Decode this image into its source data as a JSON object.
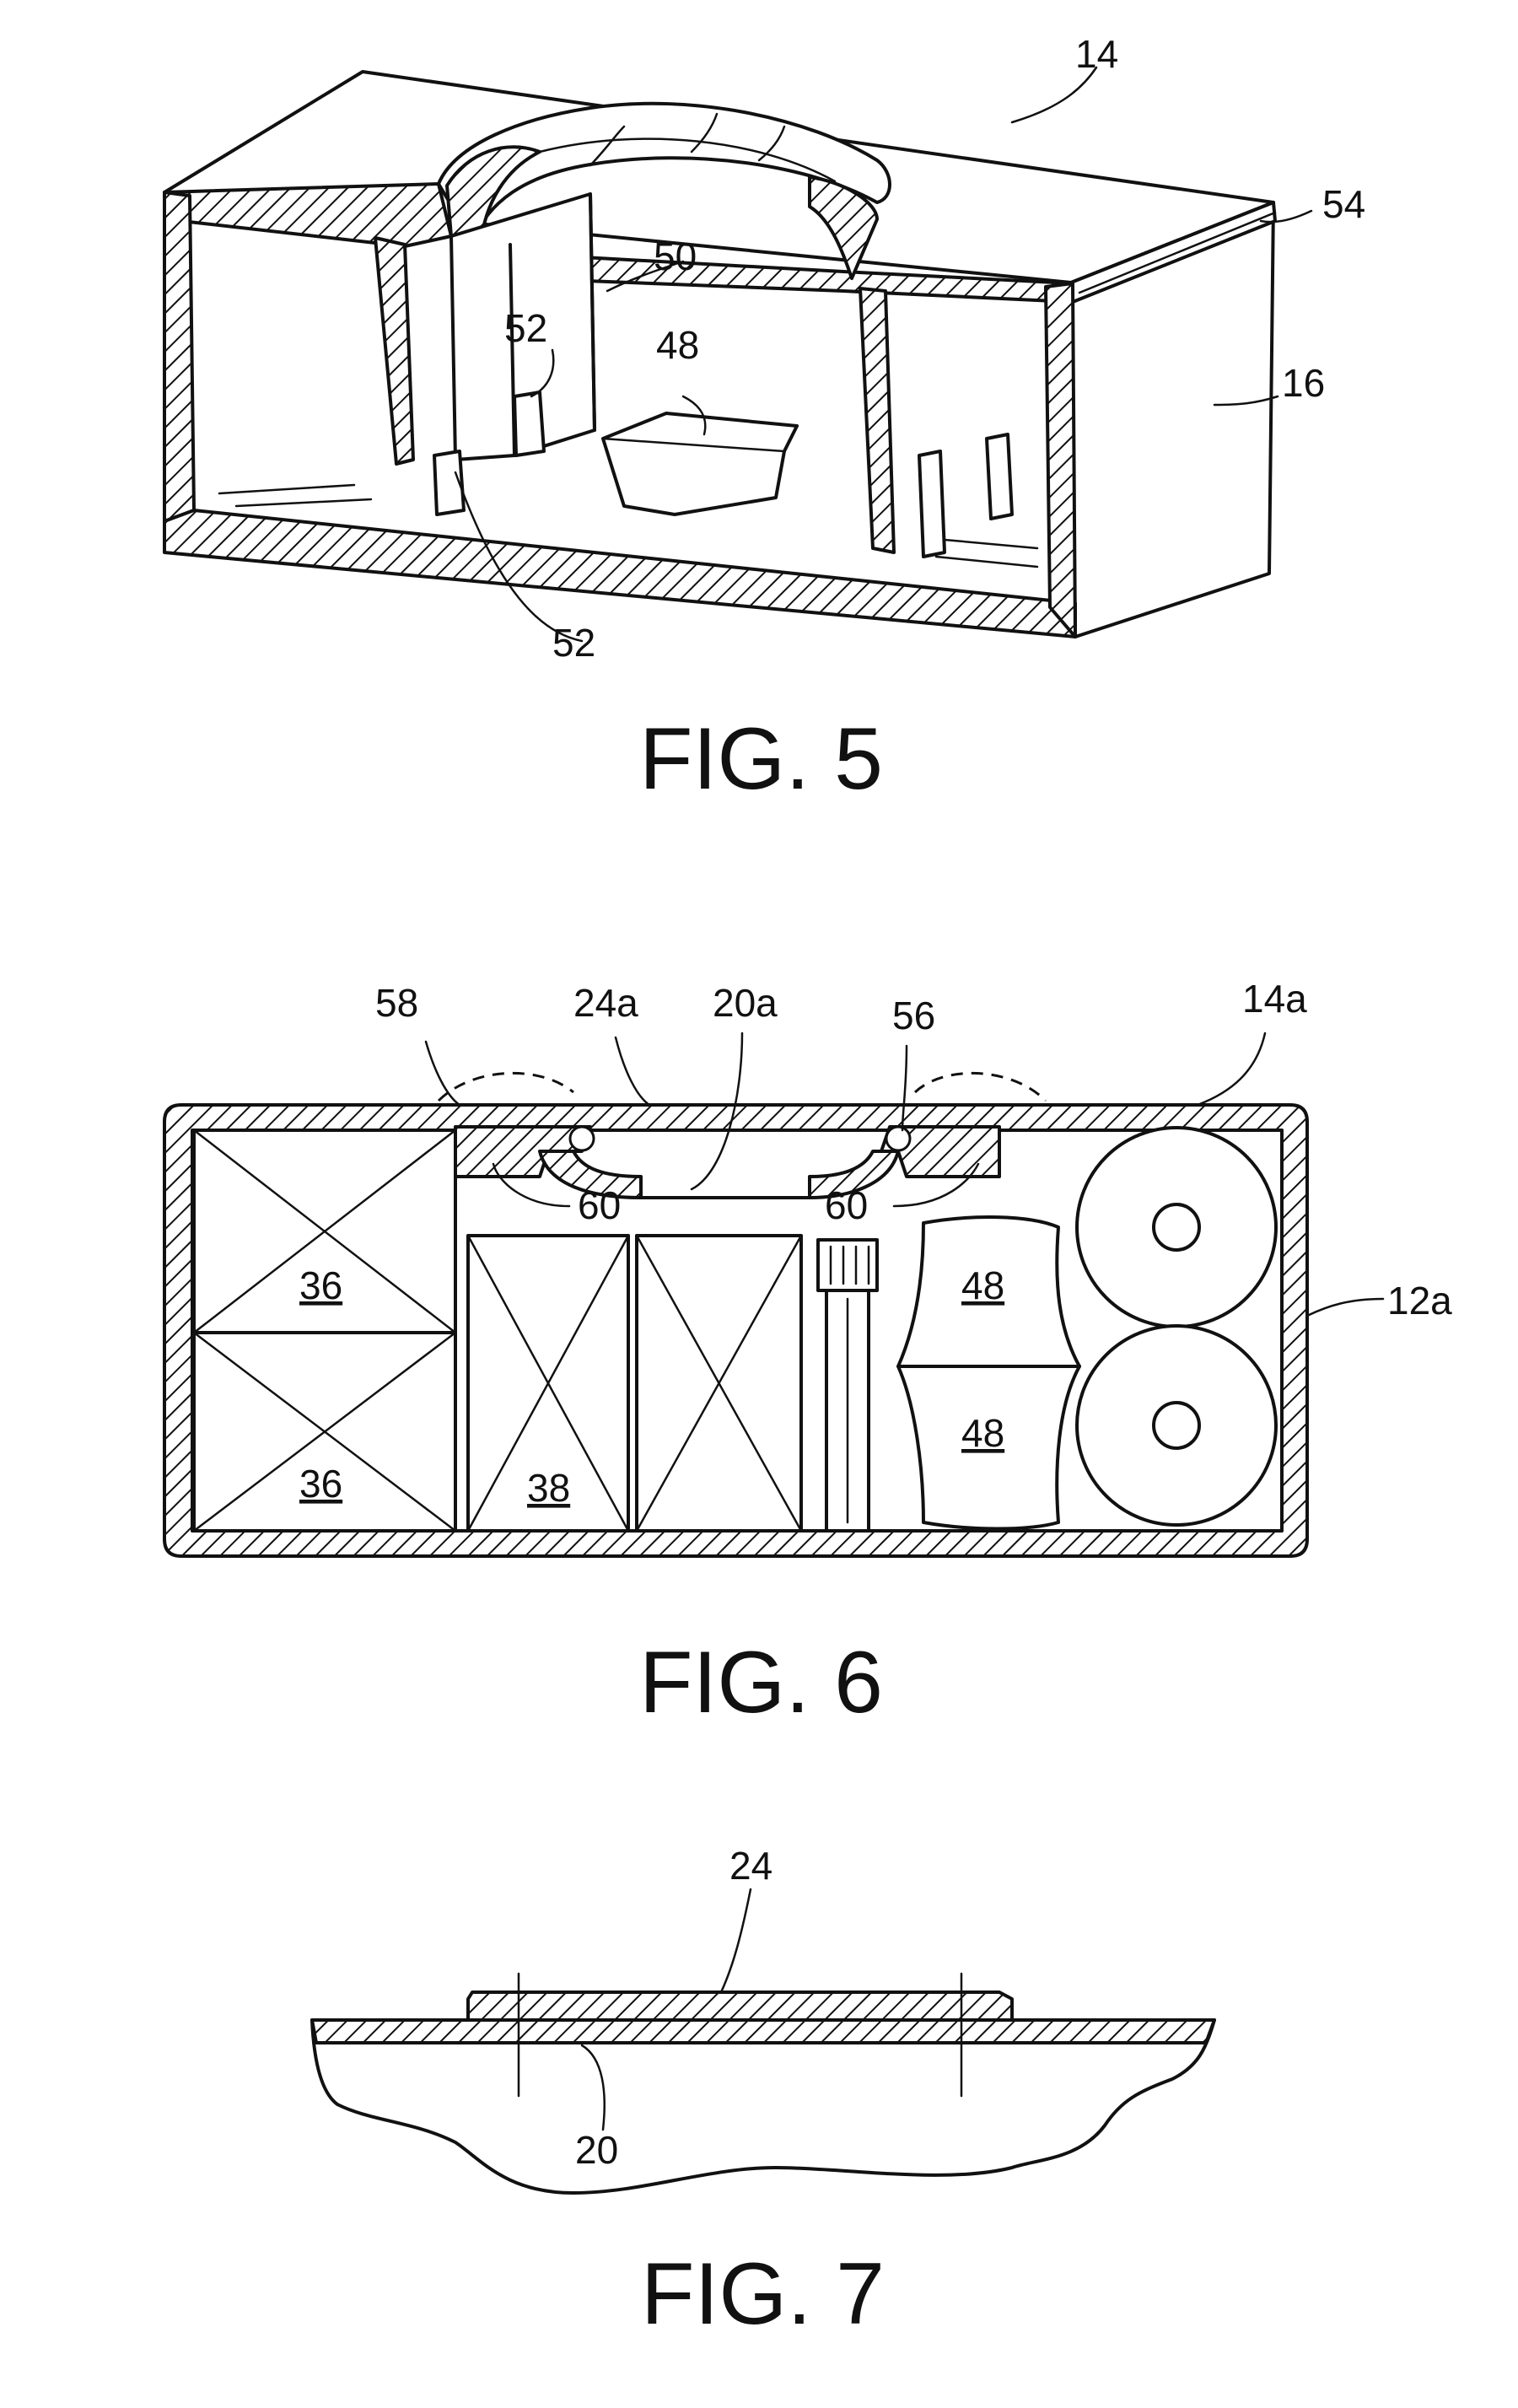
{
  "figures": [
    {
      "caption": "FIG. 5",
      "labels": {
        "lid": "14",
        "side_wall": "16",
        "hinge": "54",
        "divider": "50",
        "tab_upper": "52",
        "tab_lower": "52",
        "container": "48"
      }
    },
    {
      "caption": "FIG. 6",
      "labels": {
        "lid": "14a",
        "body": "12a",
        "recess": "24a",
        "opening": "20a",
        "dome_left": "58",
        "bead": "56",
        "rib_left": "60",
        "rib_right": "60",
        "pack_top": "36",
        "pack_bottom": "36",
        "pack_mid": "38",
        "cup_top": "48",
        "cup_bottom": "48"
      }
    },
    {
      "caption": "FIG. 7",
      "labels": {
        "cover": "24",
        "hole": "20"
      }
    }
  ]
}
